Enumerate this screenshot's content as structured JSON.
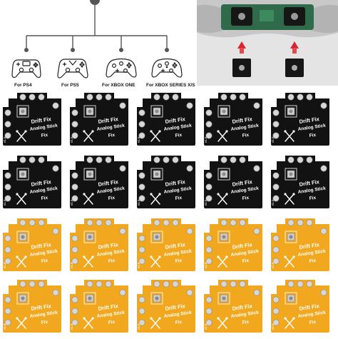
{
  "platforms": [
    {
      "name": "For PS4",
      "icon": "ps4-controller-icon"
    },
    {
      "name": "For PS5",
      "icon": "ps5-controller-icon"
    },
    {
      "name": "For XBOX ONE",
      "icon": "xbox-one-controller-icon"
    },
    {
      "name": "For XBOX SERIES X/S",
      "icon": "xbox-series-controller-icon"
    }
  ],
  "board_text": {
    "line1": "Drift  Fix",
    "line2": "Analog Stick",
    "line3": "Fix",
    "version": "v1.5"
  },
  "boards": {
    "rows": 4,
    "per_row": 5,
    "row_colors": [
      "black",
      "black",
      "yellow",
      "yellow"
    ]
  },
  "colors": {
    "black_board": "#121212",
    "yellow_board": "#f2a81e",
    "pad_silver": "#c9c9c9",
    "arrow_red": "#d9232e",
    "photo_bg": "#d6d6d6"
  }
}
